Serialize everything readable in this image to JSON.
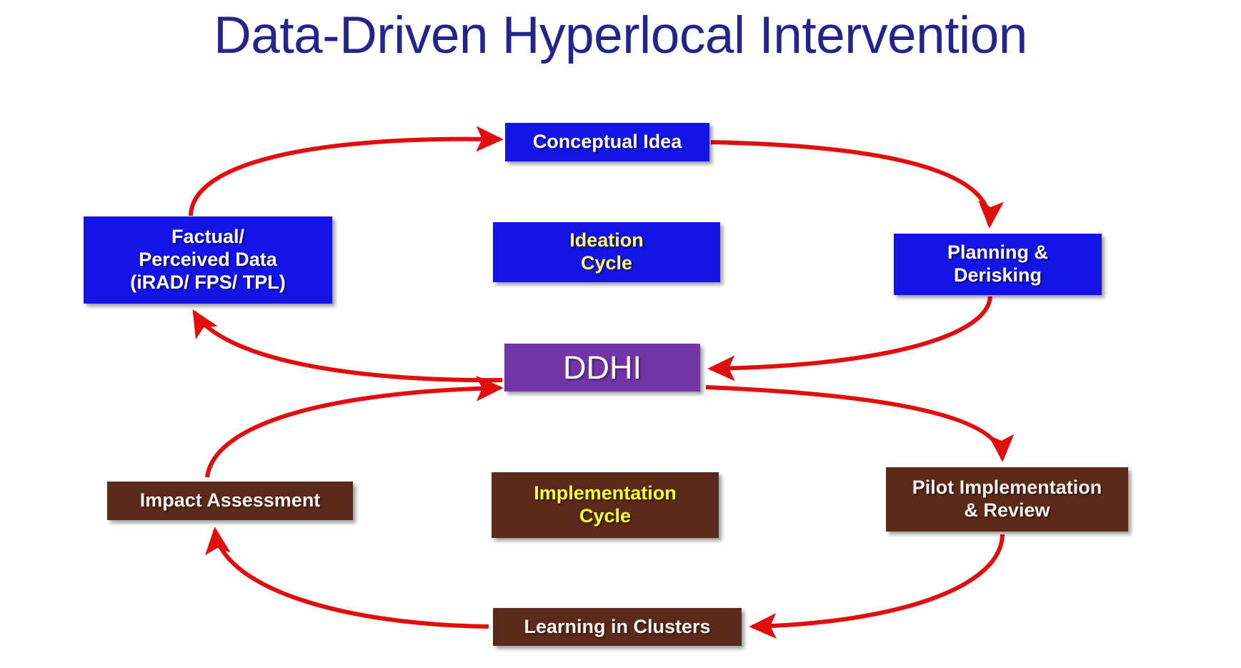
{
  "slide": {
    "title": "Data-Driven Hyperlocal Intervention",
    "background_color": "#FFFFFF",
    "title_color": "#24248F"
  },
  "palette": {
    "blue_node": "#1414E6",
    "brown_node": "#5C2A1B",
    "purple_node": "#7235A8",
    "arrow_red": "#E10E0E",
    "white_text": "#FFFFFF",
    "yellow_text": "#FFFF33"
  },
  "nodes": {
    "conceptual_idea": {
      "label": "Conceptual Idea",
      "color": "#1414E6",
      "text_color": "#FFFFFF"
    },
    "factual_data": {
      "line1": "Factual/",
      "line2": "Perceived Data",
      "line3": "(iRAD/ FPS/ TPL)",
      "color": "#1414E6",
      "text_color": "#FFFFFF"
    },
    "ideation_cycle": {
      "line1": "Ideation",
      "line2": "Cycle",
      "color": "#1414E6",
      "text_color": "#FFFF66"
    },
    "planning_derisking": {
      "line1": "Planning &",
      "line2": "Derisking",
      "color": "#1414E6",
      "text_color": "#FFFFFF"
    },
    "ddhi": {
      "label": "DDHI",
      "color": "#7235A8",
      "text_color": "#FFFFFF"
    },
    "impact_assessment": {
      "label": "Impact Assessment",
      "color": "#5C2A1B",
      "text_color": "#F7F2EF"
    },
    "implementation_cycle": {
      "line1": "Implementation",
      "line2": "Cycle",
      "color": "#5C2A1B",
      "text_color": "#FFFF33"
    },
    "pilot_implementation": {
      "line1": "Pilot Implementation",
      "line2": "& Review",
      "color": "#5C2A1B",
      "text_color": "#F7F2EF"
    },
    "learning_clusters": {
      "label": "Learning in Clusters",
      "color": "#5C2A1B",
      "text_color": "#F7F2EF"
    }
  },
  "flow": {
    "ideation_cycle_sequence": [
      "Factual/ Perceived Data (iRAD/ FPS/ TPL)",
      "Conceptual Idea",
      "Planning & Derisking",
      "DDHI"
    ],
    "implementation_cycle_sequence": [
      "DDHI",
      "Pilot Implementation & Review",
      "Learning in Clusters",
      "Impact Assessment",
      "DDHI"
    ]
  }
}
